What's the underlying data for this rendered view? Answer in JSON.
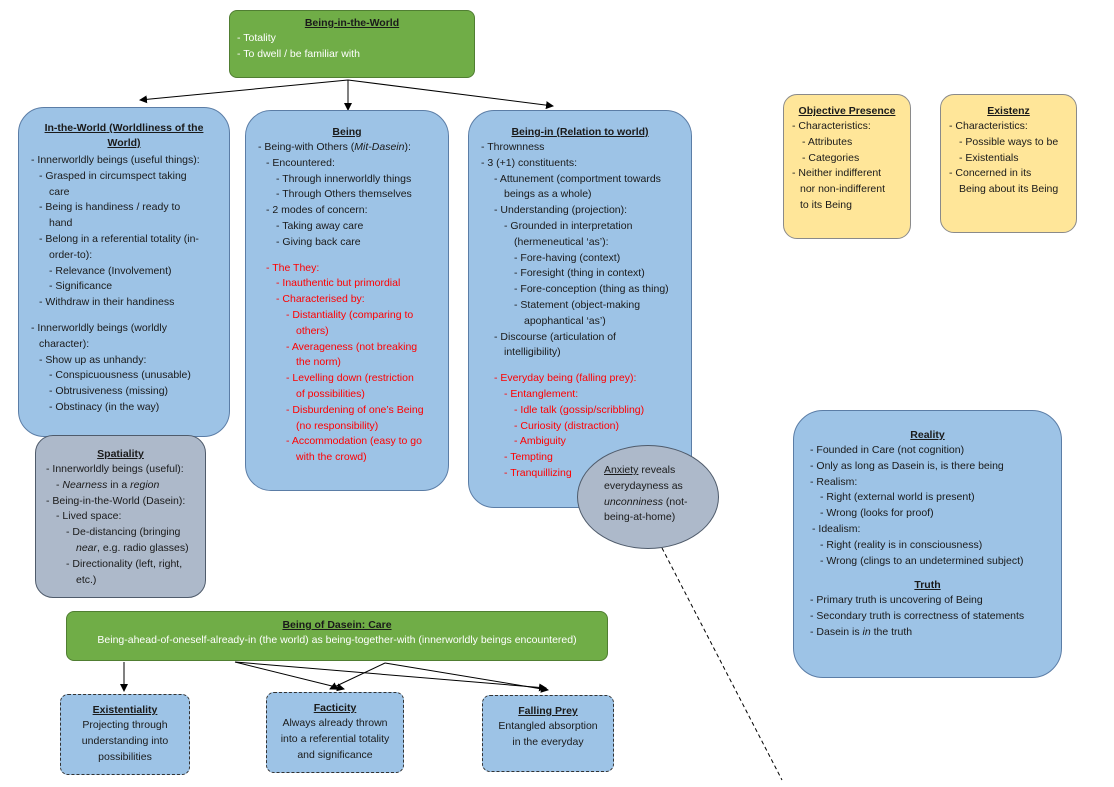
{
  "biw": {
    "title": "Being-in-the-World",
    "lines": [
      "- Totality",
      "- To dwell / be familiar with"
    ]
  },
  "itw": {
    "title": "In-the-World",
    "title_suffix": "(Worldliness of the",
    "title_line2": "World)",
    "lines": [
      "- Innerworldly beings (useful things):",
      "- Grasped in circumspect taking",
      "care",
      "- Being is handiness / ready to",
      "hand",
      "- Belong in a referential totality (in-",
      "order-to):",
      "- Relevance (Involvement)",
      "- Significance",
      "- Withdraw in their handiness",
      "- Innerworldly beings (worldly",
      "character):",
      "- Show up as unhandy:",
      "- Conspicuousness (unusable)",
      "- Obtrusiveness (missing)",
      "- Obstinacy (in the way)"
    ]
  },
  "being": {
    "title": "Being",
    "lines": [
      "- Being-with Others (",
      "Mit-Dasein",
      "):",
      "- Encountered:",
      "- Through innerworldly things",
      "- Through Others themselves",
      "- 2 modes of concern:",
      "- Taking away care",
      "- Giving back care"
    ],
    "they": [
      "- The They:",
      "- Inauthentic but primordial",
      "- Characterised by:",
      "- Distantiality (comparing to",
      "others)",
      "- Averageness (not breaking",
      "the norm)",
      "- Levelling down (restriction",
      "of possibilities)",
      "- Disburdening of one’s Being",
      "(no responsibility)",
      "- Accommodation (easy to go",
      "with the crowd)"
    ]
  },
  "beingin": {
    "title": "Being-in",
    "title_suffix": "(Relation to world)",
    "lines": [
      "- Thrownness",
      "- 3 (+1) constituents:",
      "- Attunement (comportment towards",
      "beings as a whole)",
      "- Understanding (projection):",
      "- Grounded in interpretation",
      "(hermeneutical ‘as’):",
      "- Fore-having (context)",
      "- Foresight (thing in context)",
      "- Fore-conception (thing as thing)",
      "- Statement (object-making",
      "apophantical ‘as’)",
      "- Discourse (articulation of",
      "intelligibility)"
    ],
    "everyday": [
      "- Everyday being (falling prey):",
      "- Entanglement:",
      "- Idle talk (gossip/scribbling)",
      "- Curiosity (distraction)",
      "- Ambiguity",
      "- Tempting",
      "- Tranquillizing"
    ]
  },
  "anxiety": {
    "title": "Anxiety",
    "lines": [
      "reveals",
      "everydayness as",
      "unconniness",
      "(not-",
      "being-at-home)"
    ]
  },
  "spatiality": {
    "title": "Spatiality",
    "lines": [
      "- Innerworldly beings (useful):",
      "- ",
      "Nearness",
      " in a ",
      "region",
      "- Being-in-the-World (Dasein):",
      "- Lived space:",
      "- De-distancing (bringing",
      "near",
      ", e.g. radio glasses)",
      "- Directionality (left, right,",
      "etc.)"
    ]
  },
  "objective": {
    "title": "Objective Presence",
    "lines": [
      "- Characteristics:",
      "- Attributes",
      "- Categories",
      "- Neither indifferent",
      "nor non-indifferent",
      "to its Being"
    ]
  },
  "existenz": {
    "title": "Existenz",
    "lines": [
      "- Characteristics:",
      "- Possible ways to be",
      "- Existentials",
      "- Concerned in its",
      "Being about its Being"
    ]
  },
  "reality": {
    "title": "Reality",
    "lines": [
      "- Founded in Care (not cognition)",
      "- Only as long as Dasein is, is there being",
      "- Realism:",
      "- Right (external world is present)",
      "- Wrong (looks for proof)",
      "- Idealism:",
      "- Right (reality is in consciousness)",
      "- Wrong (clings to an undetermined subject)"
    ],
    "truth_title": "Truth",
    "truth_lines": [
      "- Primary truth is uncovering of Being",
      "- Secondary truth is correctness of statements",
      "- Dasein is ",
      "in",
      " the truth"
    ]
  },
  "care": {
    "title": "Being of Dasein: Care",
    "line": "Being-ahead-of-oneself-already-in (the world) as being-together-with (innerworldly beings encountered)"
  },
  "existentiality": {
    "title": "Existentiality",
    "lines": [
      "Projecting through",
      "understanding into",
      "possibilities"
    ]
  },
  "facticity": {
    "title": "Facticity",
    "lines": [
      "Always already thrown",
      "into a referential totality",
      "and significance"
    ]
  },
  "falling": {
    "title": "Falling Prey",
    "lines": [
      "Entangled absorption",
      "in the everyday"
    ]
  },
  "colors": {
    "green": "#70ad47",
    "blue": "#9dc3e6",
    "yellow": "#ffe699",
    "grey": "#adb9ca",
    "red": "#ff0000"
  }
}
